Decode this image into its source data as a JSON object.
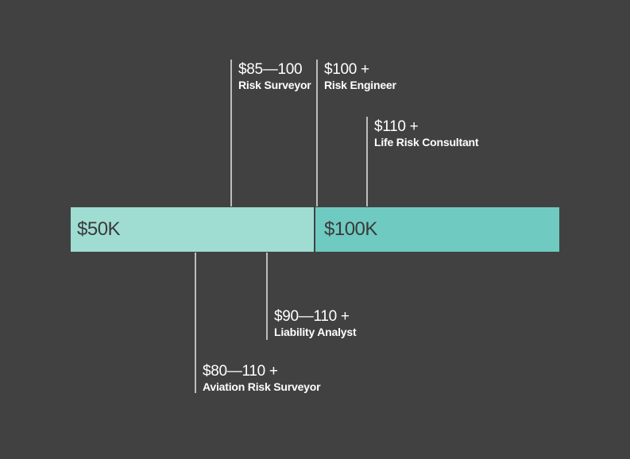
{
  "scale": {
    "left_label": "$50K",
    "right_label": "$100K",
    "left_color": "#9fddd3",
    "right_color": "#6fcac1",
    "background": "#414141"
  },
  "roles_above": [
    {
      "range": "$85—100",
      "role": "Risk Surveyor"
    },
    {
      "range": "$100 +",
      "role": "Risk Engineer"
    },
    {
      "range": "$110 +",
      "role": "Life Risk Consultant"
    }
  ],
  "roles_below": [
    {
      "range": "$90—110 +",
      "role": "Liability Analyst"
    },
    {
      "range": "$80—110 +",
      "role": "Aviation Risk Surveyor"
    }
  ]
}
